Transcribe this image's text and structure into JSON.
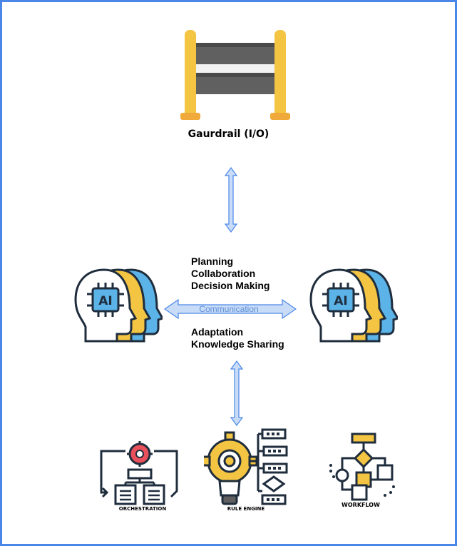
{
  "guardrail": {
    "label": "Gaurdrail (I/O)",
    "icon": "guardrail-icon"
  },
  "agents": {
    "left_icon": "ai-heads-icon",
    "right_icon": "ai-heads-icon",
    "capabilities_top": [
      "Planning",
      "Collaboration",
      "Decision Making"
    ],
    "capabilities_bottom": [
      "Adaptation",
      "Knowledge Sharing"
    ],
    "communication_label": "Communication"
  },
  "tools": [
    {
      "label": "ORCHESTRATION",
      "icon": "orchestration-icon"
    },
    {
      "label": "RULE ENGINE",
      "icon": "rule-engine-icon"
    },
    {
      "label": "WORKFLOW",
      "icon": "workflow-icon"
    }
  ],
  "colors": {
    "frame": "#4a86e8",
    "arrow_fill": "#c9dcf7",
    "arrow_stroke": "#4a86e8",
    "post_yellow": "#f4c542",
    "bar_gray": "#5f5f5f",
    "head_yellow": "#f4c542",
    "head_blue": "#5bb3e8",
    "dark": "#1f2d3d",
    "red": "#e8505b"
  }
}
